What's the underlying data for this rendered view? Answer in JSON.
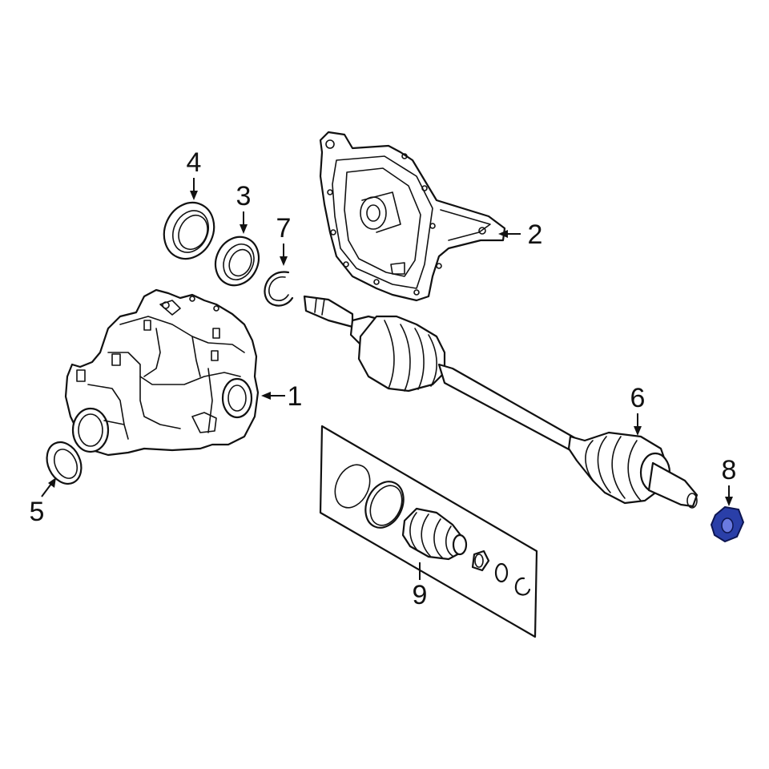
{
  "callouts": [
    {
      "id": "1",
      "label": "1"
    },
    {
      "id": "2",
      "label": "2"
    },
    {
      "id": "3",
      "label": "3"
    },
    {
      "id": "4",
      "label": "4"
    },
    {
      "id": "5",
      "label": "5"
    },
    {
      "id": "6",
      "label": "6"
    },
    {
      "id": "7",
      "label": "7"
    },
    {
      "id": "8",
      "label": "8"
    },
    {
      "id": "9",
      "label": "9"
    }
  ],
  "highlight": {
    "part": "8",
    "color": "#2a3fa8"
  }
}
